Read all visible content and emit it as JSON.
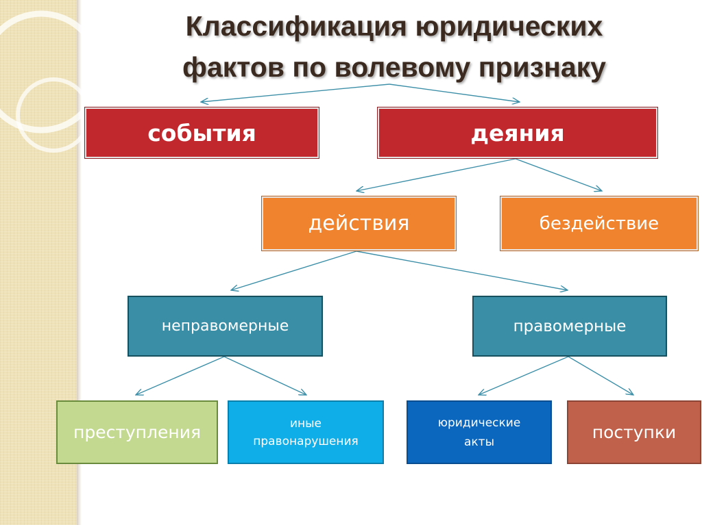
{
  "title": {
    "line1": "Классификация юридических",
    "line2": "фактов по волевому признаку"
  },
  "nodes": {
    "events": "события",
    "deeds": "деяния",
    "actions": "действия",
    "inaction": "бездействие",
    "unlawful": "неправомерные",
    "lawful": "правомерные",
    "crimes": "преступления",
    "other_offenses_1": "иные",
    "other_offenses_2": "правонарушения",
    "legal_acts_1": "юридические",
    "legal_acts_2": "акты",
    "deeds_acts": "поступки"
  },
  "colors": {
    "arrow": "#3d8fa8",
    "red": "#c0282e",
    "orange": "#f0842e",
    "teal": "#3a8fa6",
    "green": "#c3d98f",
    "cyan": "#10aee8",
    "blue": "#0b66bd",
    "brown": "#c0614b",
    "title": "#3b2a20",
    "background_band": "#efe2b8"
  }
}
